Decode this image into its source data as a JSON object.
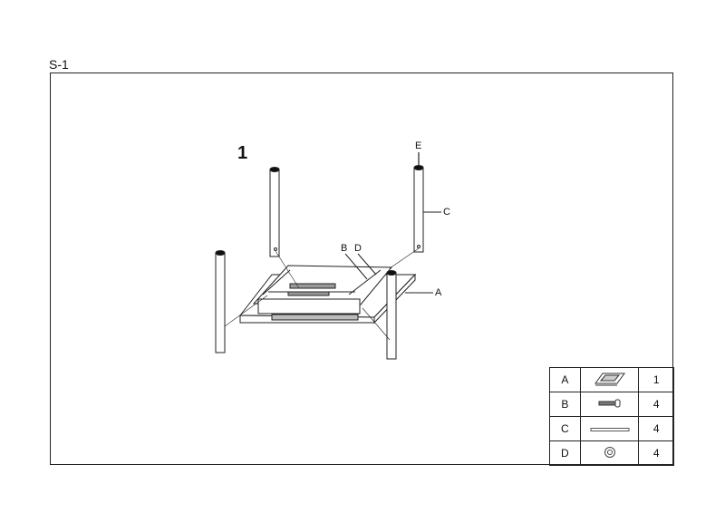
{
  "sheet_label": "S-1",
  "step_number": "1",
  "callouts": {
    "A": "A",
    "B": "B",
    "C": "C",
    "D": "D",
    "E": "E"
  },
  "parts": [
    {
      "letter": "A",
      "icon": "tabletop-frame-icon",
      "qty": "1"
    },
    {
      "letter": "B",
      "icon": "bolt-icon",
      "qty": "4"
    },
    {
      "letter": "C",
      "icon": "leg-tube-icon",
      "qty": "4"
    },
    {
      "letter": "D",
      "icon": "washer-icon",
      "qty": "4"
    }
  ]
}
